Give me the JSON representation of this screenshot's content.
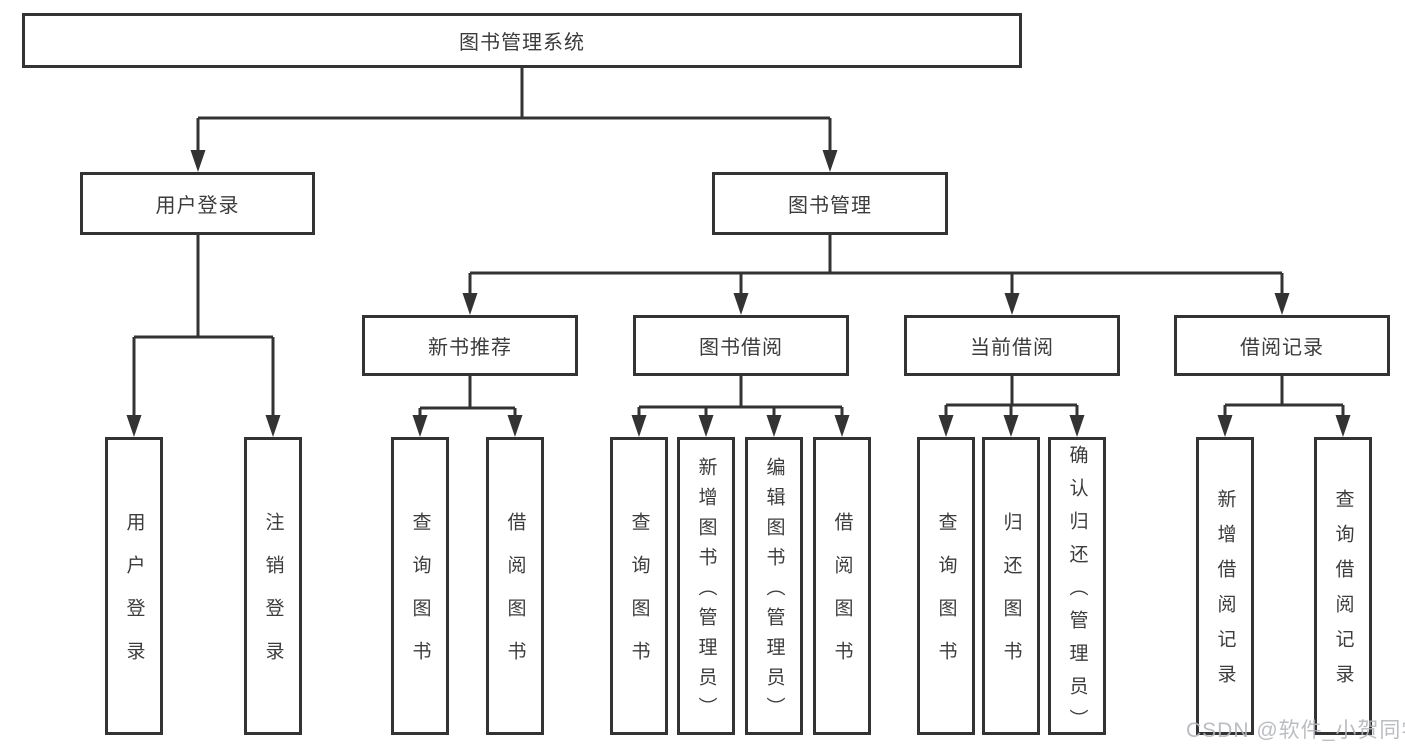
{
  "diagram_title": "图书管理系统",
  "tree": {
    "root": {
      "label": "图书管理系统"
    },
    "branches": [
      {
        "label": "用户登录",
        "children": [
          {
            "label": "用户登录"
          },
          {
            "label": "注销登录"
          }
        ]
      },
      {
        "label": "图书管理",
        "children": [
          {
            "label": "新书推荐",
            "children": [
              {
                "label": "查询图书"
              },
              {
                "label": "借阅图书"
              }
            ]
          },
          {
            "label": "图书借阅",
            "children": [
              {
                "label": "查询图书"
              },
              {
                "label": "新增图书（管理员）"
              },
              {
                "label": "编辑图书（管理员）"
              },
              {
                "label": "借阅图书"
              }
            ]
          },
          {
            "label": "当前借阅",
            "children": [
              {
                "label": "查询图书"
              },
              {
                "label": "归还图书"
              },
              {
                "label": "确认归还（管理员）"
              }
            ]
          },
          {
            "label": "借阅记录",
            "children": [
              {
                "label": "新增借阅记录"
              },
              {
                "label": "查询借阅记录"
              }
            ]
          }
        ]
      }
    ]
  },
  "watermark": {
    "text": "CSDN @软件_小贺同学"
  },
  "colors": {
    "line": "#333333",
    "box_border": "#333333",
    "box_fill": "#ffffff",
    "text": "#3c3c3c",
    "watermark": "#b3b6bb",
    "background": "#ffffff"
  }
}
